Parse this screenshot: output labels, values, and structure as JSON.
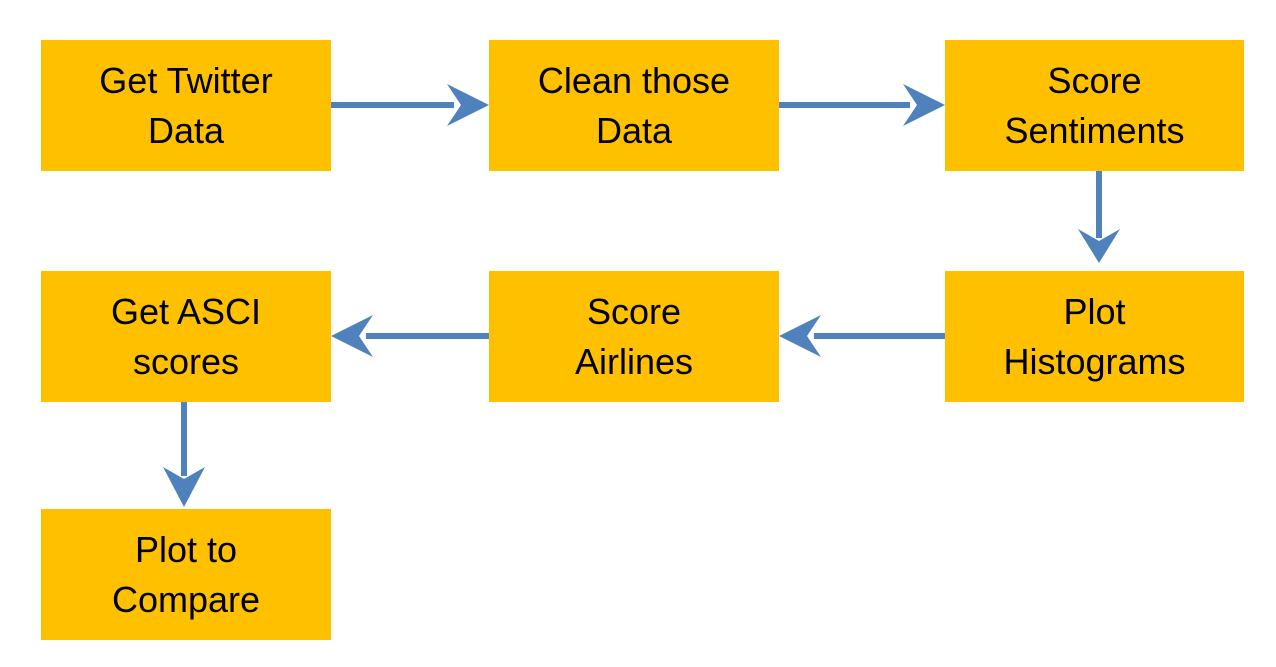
{
  "colors": {
    "box_fill": "#FFC000",
    "arrow": "#4F81BD",
    "text": "#000000"
  },
  "nodes": [
    {
      "id": "get-twitter-data",
      "line1": "Get Twitter",
      "line2": "Data"
    },
    {
      "id": "clean-those-data",
      "line1": "Clean those",
      "line2": "Data"
    },
    {
      "id": "score-sentiments",
      "line1": "Score",
      "line2": "Sentiments"
    },
    {
      "id": "plot-histograms",
      "line1": "Plot",
      "line2": "Histograms"
    },
    {
      "id": "score-airlines",
      "line1": "Score",
      "line2": "Airlines"
    },
    {
      "id": "get-asci-scores",
      "line1": "Get ASCI",
      "line2": "scores"
    },
    {
      "id": "plot-to-compare",
      "line1": "Plot to",
      "line2": "Compare"
    }
  ],
  "edges": [
    {
      "from": "get-twitter-data",
      "to": "clean-those-data"
    },
    {
      "from": "clean-those-data",
      "to": "score-sentiments"
    },
    {
      "from": "score-sentiments",
      "to": "plot-histograms"
    },
    {
      "from": "plot-histograms",
      "to": "score-airlines"
    },
    {
      "from": "score-airlines",
      "to": "get-asci-scores"
    },
    {
      "from": "get-asci-scores",
      "to": "plot-to-compare"
    }
  ]
}
